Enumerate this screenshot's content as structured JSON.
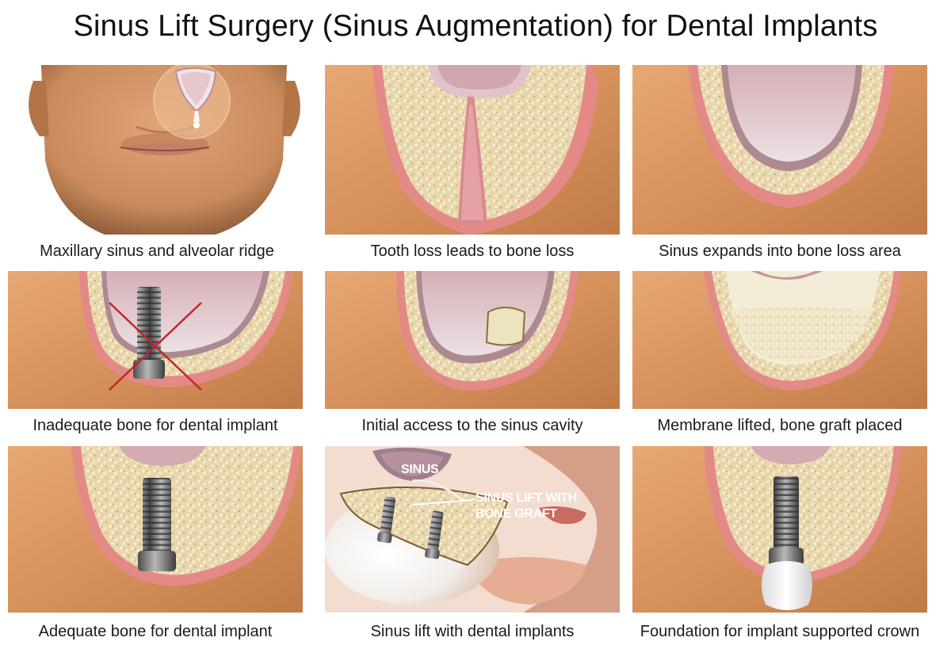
{
  "title": "Sinus Lift Surgery (Sinus Augmentation) for Dental Implants",
  "panels": [
    {
      "caption": "Maxillary sinus and alveolar ridge"
    },
    {
      "caption": "Tooth loss leads to bone loss"
    },
    {
      "caption": "Sinus expands into bone loss area"
    },
    {
      "caption": "Inadequate bone for dental implant"
    },
    {
      "caption": "Initial access to the sinus cavity"
    },
    {
      "caption": "Membrane lifted, bone graft placed"
    },
    {
      "caption": "Adequate bone for dental implant"
    },
    {
      "caption": "Sinus lift with dental implants",
      "labels": {
        "sinus": "SINUS",
        "lift_line1": "SINUS LIFT WITH",
        "lift_line2": "BONE GRAFT"
      }
    },
    {
      "caption": "Foundation for implant supported crown"
    }
  ],
  "colors": {
    "skin": "#d9925e",
    "bone": "#e6d3a8",
    "gum": "#e58c8c",
    "sinus": "#d8b8bf",
    "implant": "#6f6f6f",
    "cross": "#c0262b"
  }
}
